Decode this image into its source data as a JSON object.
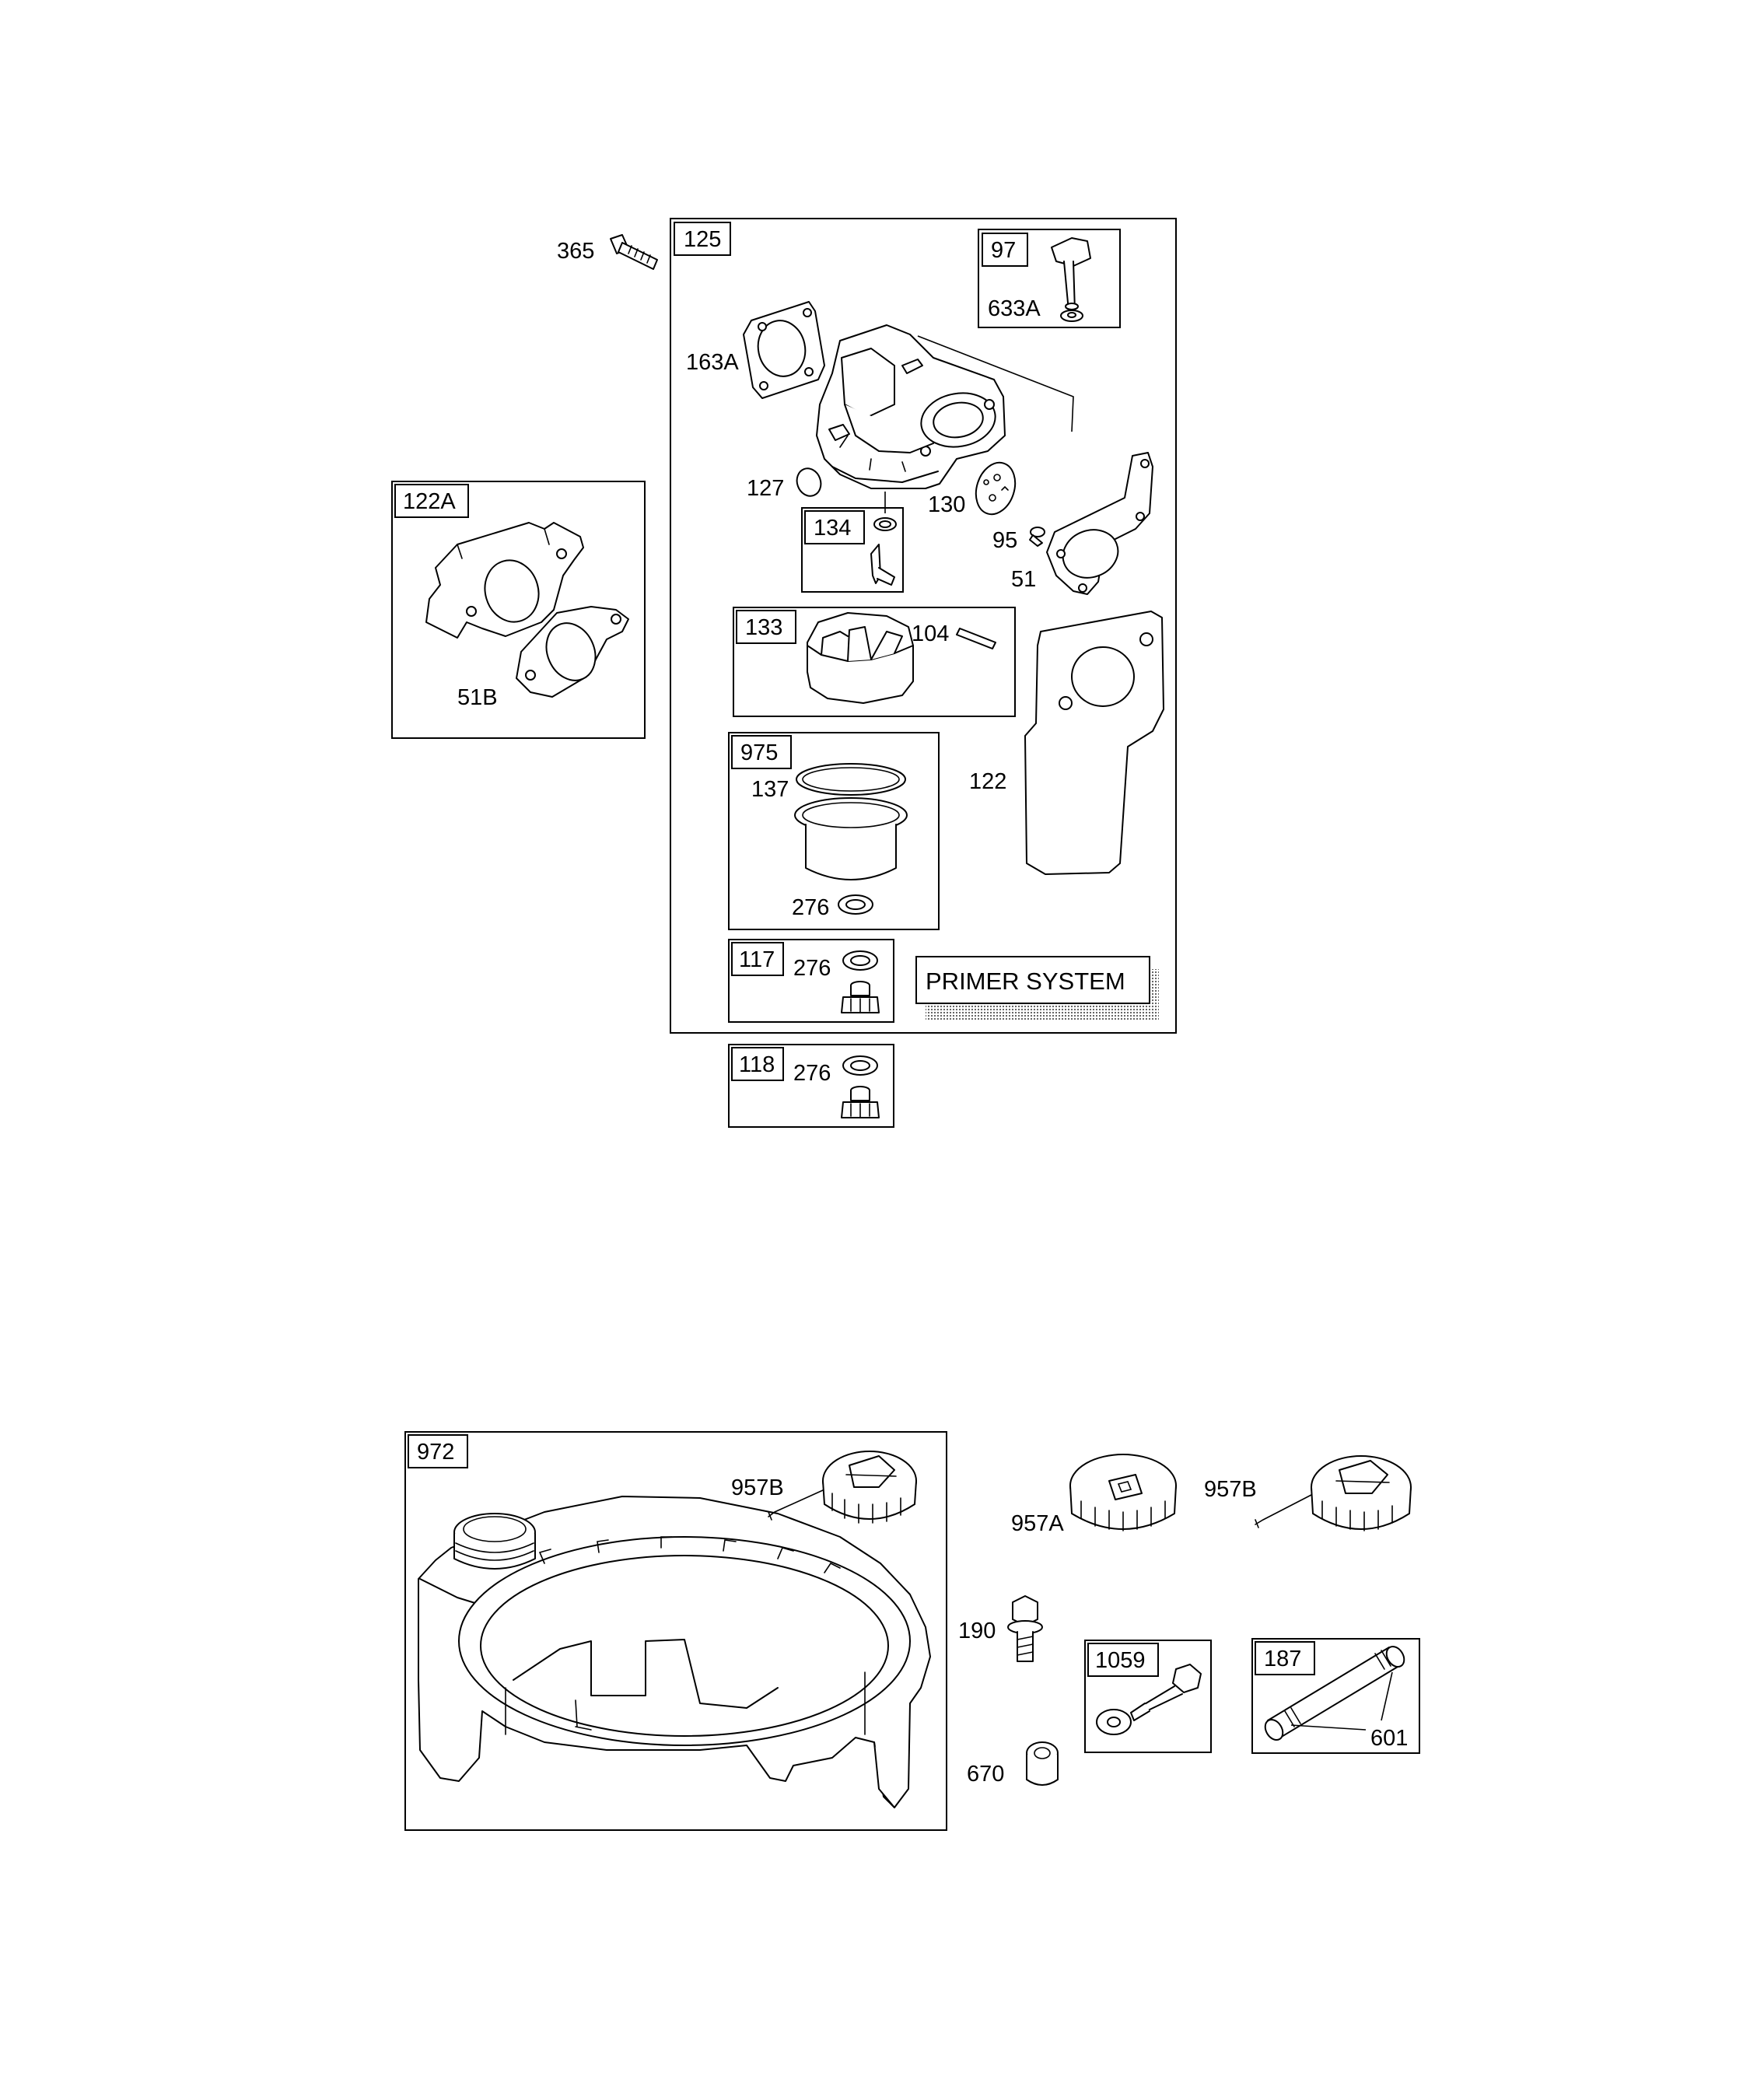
{
  "callouts": {
    "c125": "125",
    "c97": "97",
    "c122A": "122A",
    "c134": "134",
    "c133": "133",
    "c975": "975",
    "c117": "117",
    "c118": "118",
    "c972": "972",
    "c1059": "1059",
    "c187": "187"
  },
  "labels": {
    "l365": "365",
    "l163A": "163A",
    "l633A": "633A",
    "l127": "127",
    "l130": "130",
    "l95": "95",
    "l51": "51",
    "l51B": "51B",
    "l104": "104",
    "l122": "122",
    "l137": "137",
    "l276a": "276",
    "l276b": "276",
    "l276c": "276",
    "l957B_tank": "957B",
    "l957A": "957A",
    "l957B": "957B",
    "l190": "190",
    "l670": "670",
    "l601": "601"
  },
  "notes": {
    "primer_system": "PRIMER SYSTEM"
  }
}
